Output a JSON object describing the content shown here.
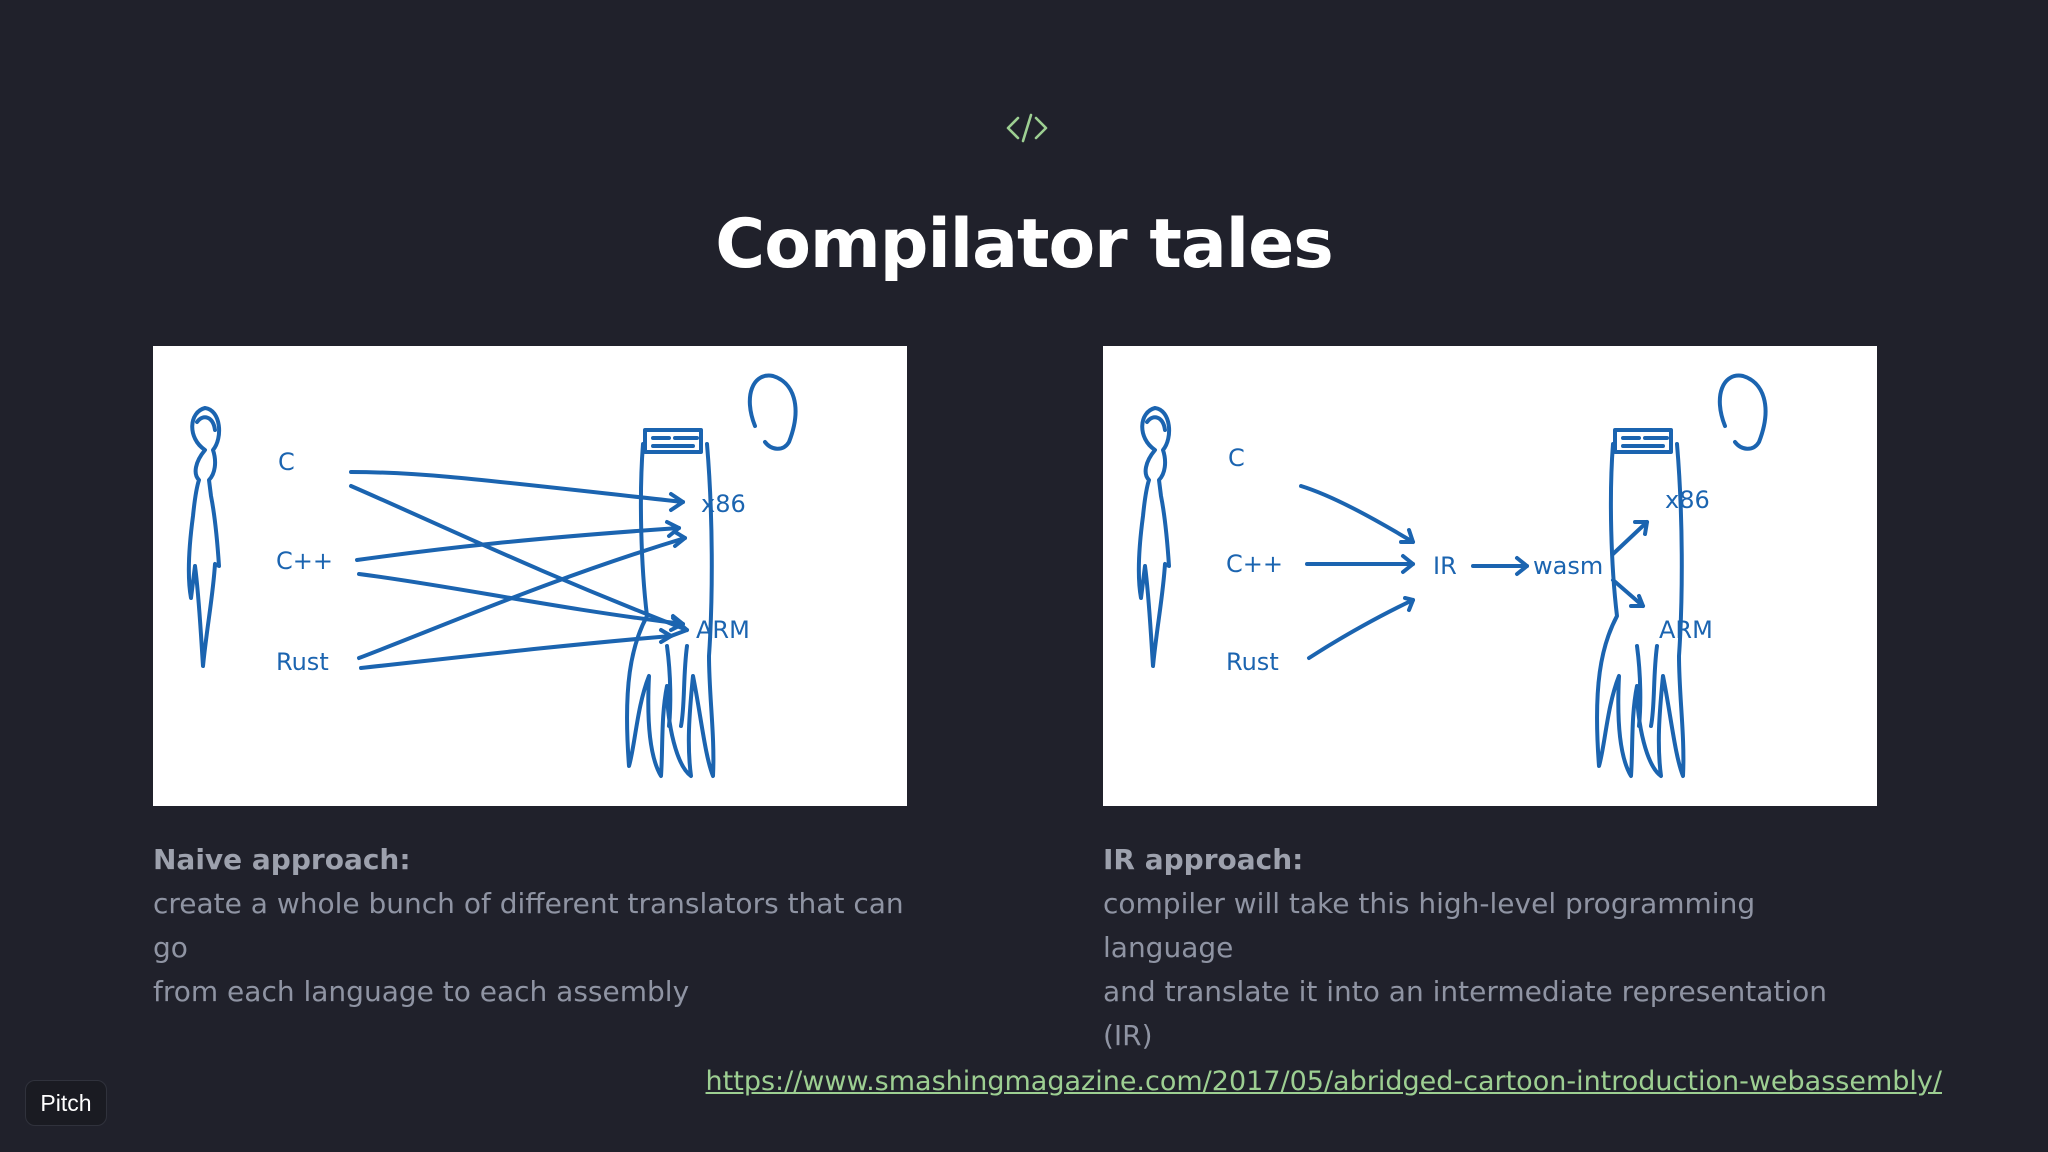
{
  "slide": {
    "icon": "code-icon",
    "title": "Compilator tales"
  },
  "left": {
    "diagram": {
      "sources": [
        "C",
        "C++",
        "Rust"
      ],
      "targets": [
        "x86",
        "ARM"
      ]
    },
    "caption_heading": "Naive approach:",
    "caption_line1": "create a whole bunch of different translators that can go",
    "caption_line2": "from each language to each assembly"
  },
  "right": {
    "diagram": {
      "sources": [
        "C",
        "C++",
        "Rust"
      ],
      "ir": "IR",
      "wasm": "wasm",
      "targets": [
        "x86",
        "ARM"
      ]
    },
    "caption_heading": "IR approach:",
    "caption_line1": "compiler will take this high-level programming language",
    "caption_line2": "and translate it into an intermediate representation (IR)"
  },
  "source_url": "https://www.smashingmagazine.com/2017/05/abridged-cartoon-introduction-webassembly/",
  "branding": {
    "label": "Pitch"
  },
  "colors": {
    "background": "#20212b",
    "drawing": "#1b64b0",
    "link": "#9dcf92"
  }
}
